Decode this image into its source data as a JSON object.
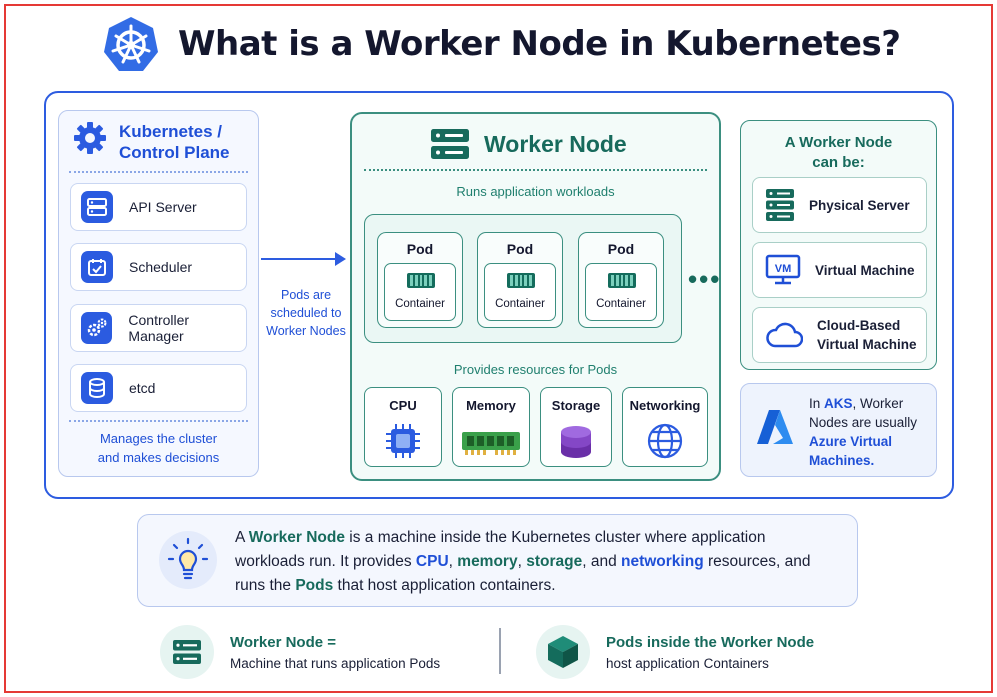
{
  "title": "What is a Worker Node in Kubernetes?",
  "icons": {
    "logo": "kubernetes-helm-wheel",
    "control_plane": "gear-icon",
    "worker_node": "server-rack-icon",
    "container": "container-icon",
    "bulb": "lightbulb-icon",
    "cube": "cube-icon"
  },
  "colors": {
    "blue": "#2d5ce0",
    "teal": "#176a5c",
    "border_red": "#e53935"
  },
  "control_plane": {
    "title_line1": "Kubernetes /",
    "title_line2": "Control Plane",
    "items": [
      {
        "label": "API Server",
        "icon": "server-icon"
      },
      {
        "label": "Scheduler",
        "icon": "calendar-icon"
      },
      {
        "label": "Controller Manager",
        "icon": "gears-icon"
      },
      {
        "label": "etcd",
        "icon": "database-icon"
      }
    ],
    "footer_line1": "Manages the cluster",
    "footer_line2": "and makes decisions"
  },
  "arrow": {
    "line1": "Pods are",
    "line2": "scheduled to",
    "line3": "Worker Nodes"
  },
  "worker_node": {
    "title": "Worker Node",
    "subtitle": "Runs application workloads",
    "pods": [
      {
        "label": "Pod",
        "container": "Container"
      },
      {
        "label": "Pod",
        "container": "Container"
      },
      {
        "label": "Pod",
        "container": "Container"
      }
    ],
    "ellipsis": "•••",
    "resources_title": "Provides resources for Pods",
    "resources": [
      {
        "label": "CPU",
        "icon": "cpu-icon"
      },
      {
        "label": "Memory",
        "icon": "memory-icon"
      },
      {
        "label": "Storage",
        "icon": "storage-icon"
      },
      {
        "label": "Networking",
        "icon": "globe-icon"
      }
    ]
  },
  "can_be": {
    "title_line1": "A Worker Node",
    "title_line2": "can be:",
    "items": [
      {
        "line1": "Physical Server",
        "line2": "",
        "icon": "server-icon"
      },
      {
        "line1": "Virtual Machine",
        "line2": "",
        "icon": "vm-monitor-icon",
        "badge": "VM"
      },
      {
        "line1": "Cloud-Based",
        "line2": "Virtual Machine",
        "icon": "cloud-icon"
      }
    ]
  },
  "aks": {
    "icon": "azure-icon",
    "p1": "In ",
    "aks": "AKS",
    "p2": ", Worker Nodes are usually ",
    "azure": "Azure Virtual Machines."
  },
  "summary": {
    "t1": "A ",
    "worker_node": "Worker Node",
    "t2": " is a machine inside the Kubernetes cluster where application workloads run. It provides ",
    "cpu": "CPU",
    "t3": ", ",
    "memory": "memory",
    "t4": ", ",
    "storage": "storage",
    "t5": ", and ",
    "networking": "networking",
    "t6": " resources, and runs the ",
    "pods": "Pods",
    "t7": " that host application containers."
  },
  "footer": {
    "left_title": "Worker Node =",
    "left_sub": "Machine that runs application Pods",
    "right_title": "Pods inside the Worker Node",
    "right_sub": "host application Containers"
  }
}
